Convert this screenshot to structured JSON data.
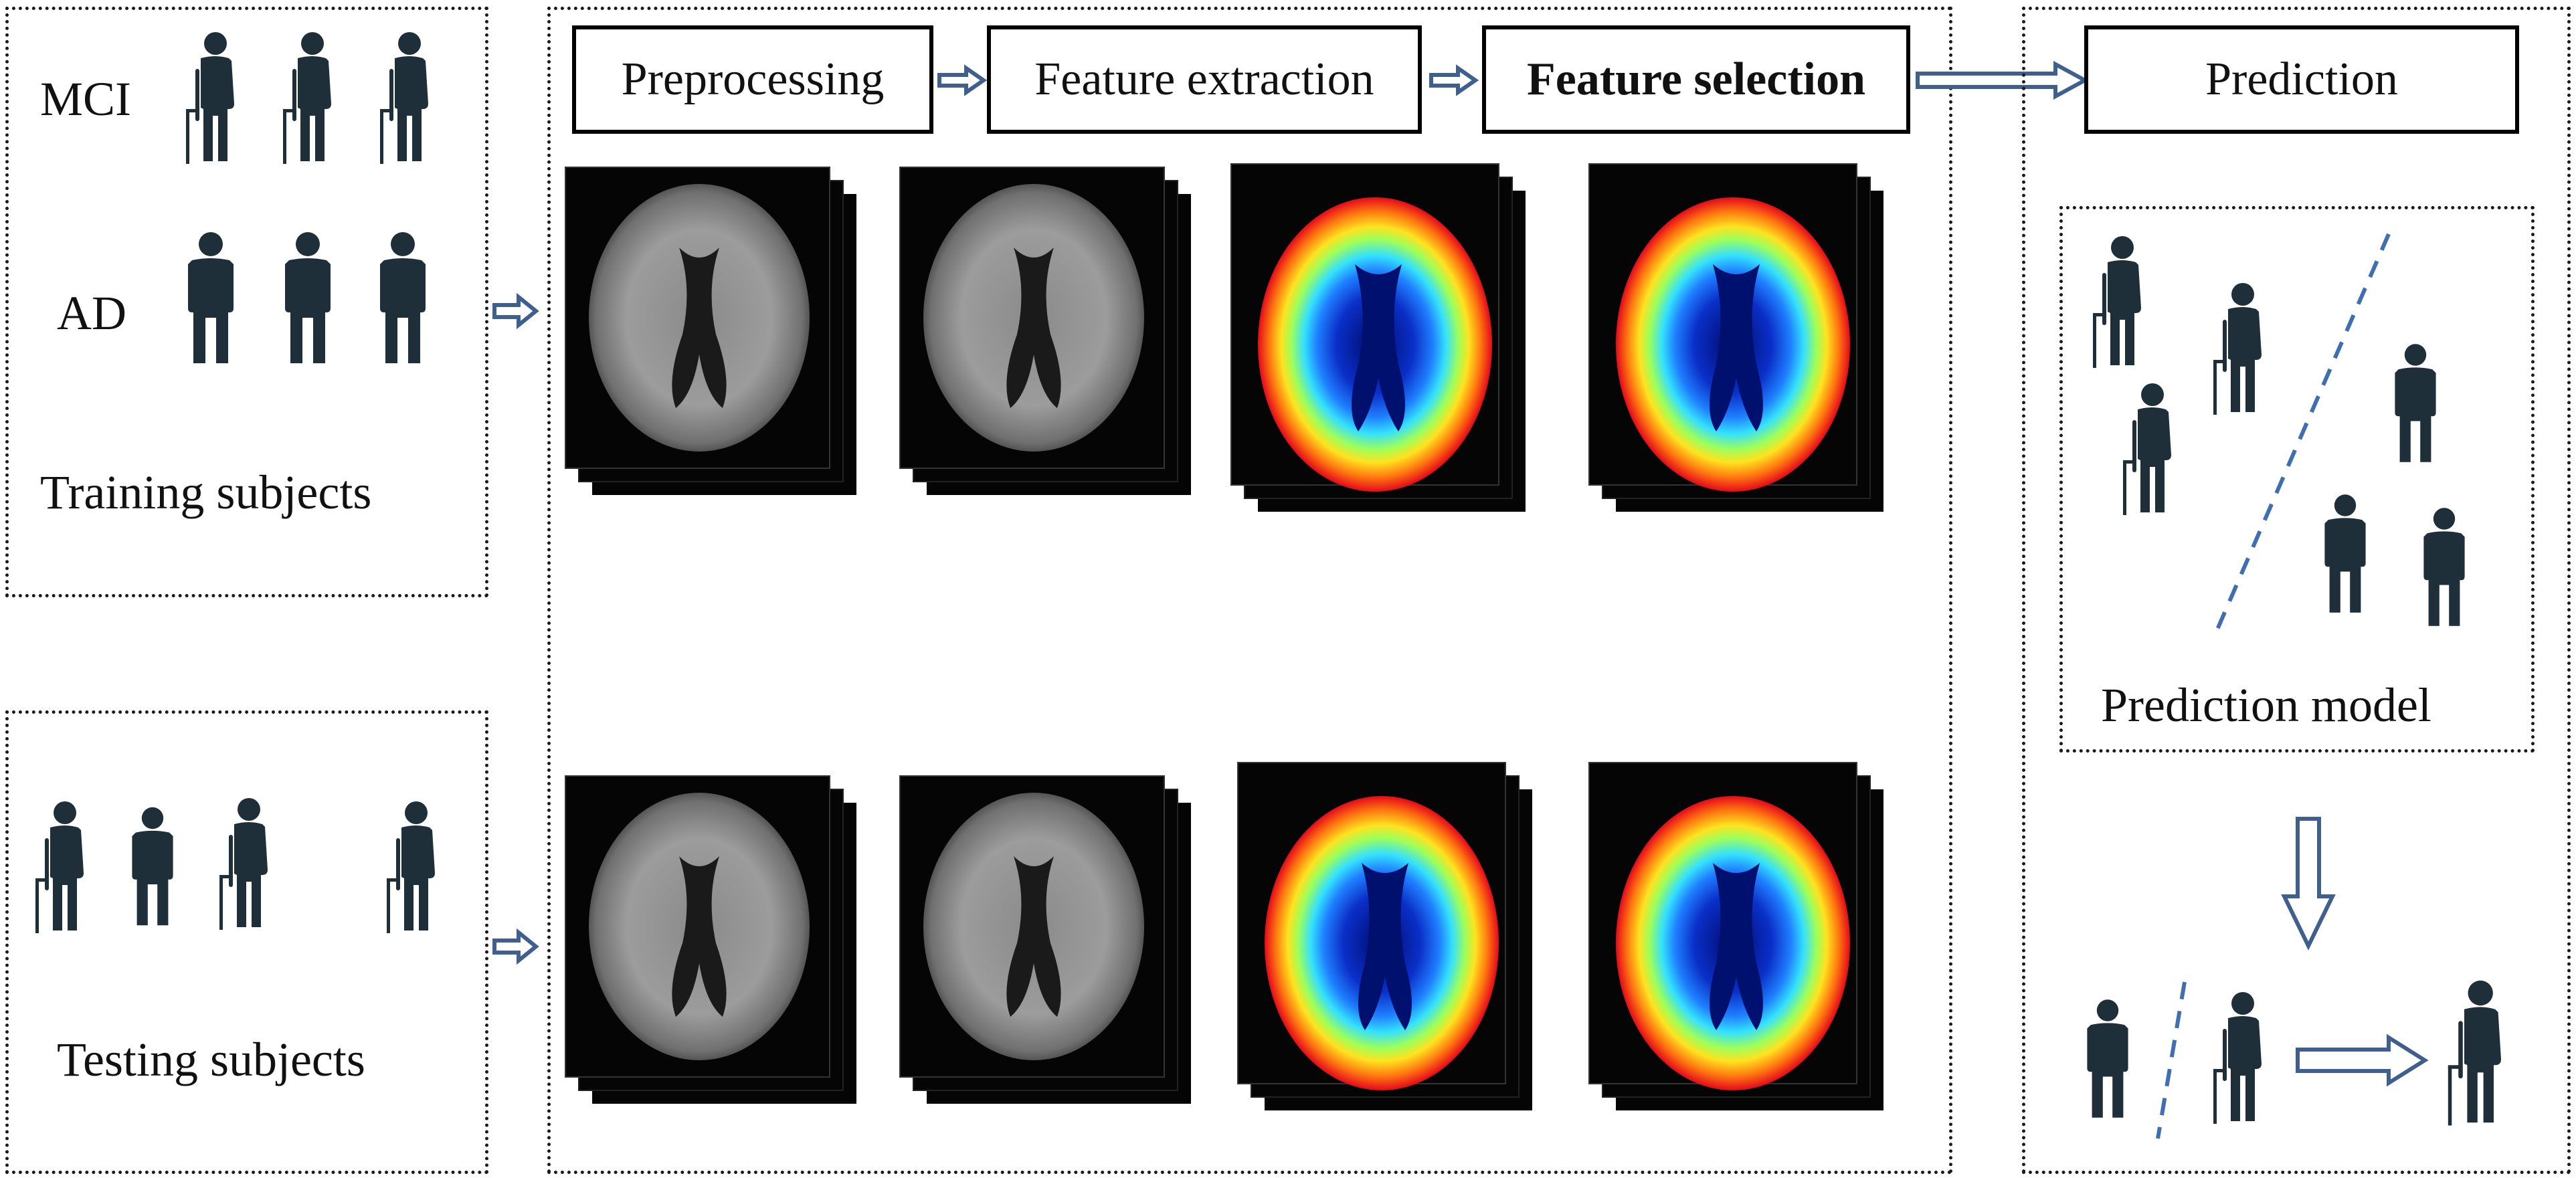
{
  "colors": {
    "person": "#1f2f3a",
    "arrow": "#3f5f8f",
    "divider": "#3f6fb0",
    "border": "#1a1a1a"
  },
  "training": {
    "mci_label": "MCI",
    "ad_label": "AD",
    "caption": "Training subjects"
  },
  "testing": {
    "caption": "Testing subjects"
  },
  "pipeline": {
    "steps": [
      {
        "label": "Preprocessing",
        "bold": false
      },
      {
        "label": "Feature extraction",
        "bold": false
      },
      {
        "label": "Feature selection",
        "bold": true
      }
    ]
  },
  "prediction": {
    "title": "Prediction",
    "model_caption": "Prediction model"
  },
  "icons": {
    "elderly_person": "elderly-person-with-cane-icon",
    "adult_person": "standing-person-icon",
    "arrow": "hollow-right-arrow-icon",
    "down_arrow": "hollow-down-arrow-icon"
  },
  "image_types": [
    "mri-slice-stack",
    "pet-heatmap-slice-stack"
  ]
}
